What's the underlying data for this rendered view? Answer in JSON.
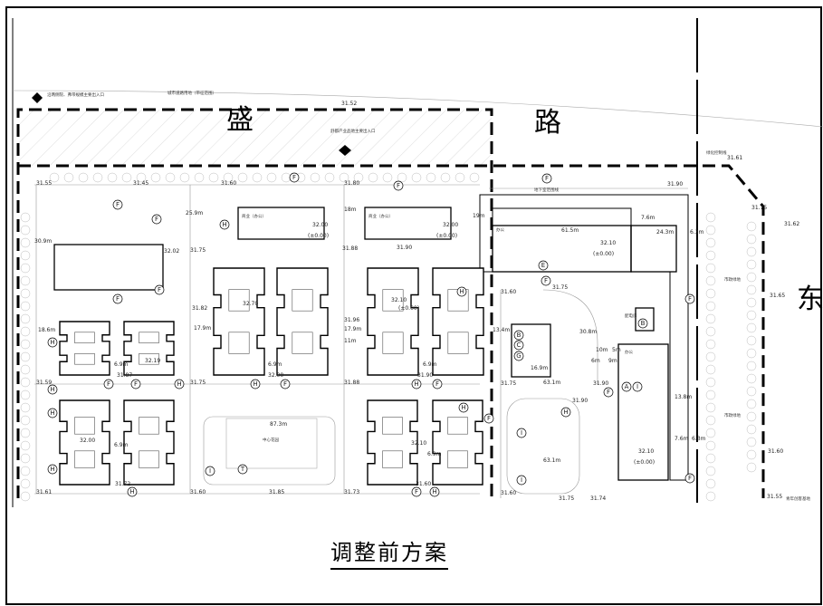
{
  "title": "调整前方案",
  "roads": {
    "north_1": "盛",
    "north_2": "路",
    "east": "东"
  },
  "notes": [
    "沿两侧院、弗带规模主要出入口",
    "城市道路用地（带征范围）",
    "舒都产业品地主要出入口",
    "地下室范围线",
    "绿化控制线",
    "青年创客基地",
    "中心花园",
    "市政绿地",
    "市政绿地",
    "商业（办公）",
    "商业（办公）",
    "办公",
    "配电房",
    "办公"
  ],
  "elevations": [
    "31.55",
    "31.45",
    "31.60",
    "31.80",
    "31.90",
    "31.52",
    "31.61",
    "31.75",
    "31.62",
    "31.65",
    "31.60",
    "31.55",
    "32.02",
    "31.75",
    "31.88",
    "31.90",
    "32.00",
    "32.00",
    "32.10",
    "31.60",
    "31.82",
    "31.96",
    "31.75",
    "31.59",
    "31.87",
    "31.75",
    "32.00",
    "31.88",
    "31.90",
    "31.75",
    "31.90",
    "31.90",
    "31.61",
    "31.72",
    "31.60",
    "31.85",
    "31.73",
    "31.60",
    "31.60",
    "31.75",
    "31.74",
    "32.10",
    "32.00",
    "32.10",
    "32.70",
    "32.10",
    "32.19"
  ],
  "levels": [
    "(±0.00)",
    "(±0.00)",
    "(±0.00)",
    "(±0.00)",
    "(±0.00)"
  ],
  "dimensions": [
    "18.6m",
    "6.9m",
    "17.9m",
    "6.9m",
    "17.9m",
    "11m",
    "6.9m",
    "87.3m",
    "61.5m",
    "24.3m",
    "6.3m",
    "7.6m",
    "30.8m",
    "16.9m",
    "63.1m",
    "63.1m",
    "13.4m",
    "13.8m",
    "7.6m",
    "6.3m",
    "10m",
    "5m",
    "6m",
    "9m",
    "25.9m",
    "19m",
    "18m",
    "30.9m",
    "6.9m",
    "6.9m"
  ],
  "markers": [
    "F",
    "F",
    "H",
    "F",
    "F",
    "F",
    "H",
    "F",
    "F",
    "H",
    "H",
    "F",
    "H",
    "F",
    "H",
    "F",
    "H",
    "H",
    "H",
    "H",
    "F",
    "H",
    "F",
    "H",
    "E",
    "F",
    "B",
    "B",
    "C",
    "G",
    "A",
    "I",
    "F",
    "F",
    "H",
    "F",
    "I",
    "T",
    "I",
    "I",
    "F"
  ]
}
